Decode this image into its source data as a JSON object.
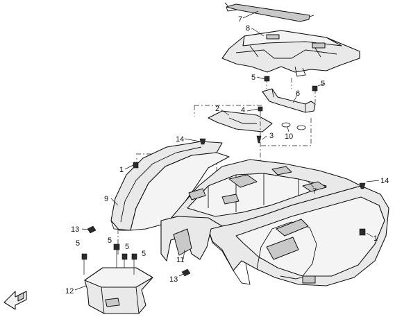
{
  "callouts": {
    "c1a": "1",
    "c1b": "1",
    "c2": "2",
    "c3": "3",
    "c4": "4",
    "c5a": "5",
    "c5b": "5",
    "c5c": "5",
    "c5d": "5",
    "c5e": "5",
    "c5f": "5",
    "c6": "6",
    "c7a": "7",
    "c7b": "7",
    "c8": "8",
    "c9": "9",
    "c10": "10",
    "c11": "11",
    "c12": "12",
    "c13a": "13",
    "c13b": "13",
    "c14a": "14",
    "c14b": "14"
  },
  "colors": {
    "line": "#111111",
    "fill": "#e9e9e9",
    "shade": "#c9c9c9",
    "background": "#ffffff"
  },
  "icons": {
    "direction": "front-direction-arrow-icon"
  }
}
